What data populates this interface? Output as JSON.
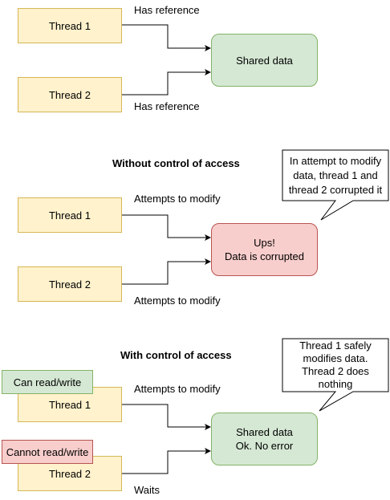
{
  "section1": {
    "thread1": "Thread 1",
    "thread2": "Thread 2",
    "label_top": "Has reference",
    "label_bottom": "Has reference",
    "shared": "Shared data"
  },
  "section2": {
    "heading": "Without control of access",
    "thread1": "Thread 1",
    "thread2": "Thread 2",
    "label_top": "Attempts to modify",
    "label_bottom": "Attempts to modify",
    "shared_line1": "Ups!",
    "shared_line2": "Data is corrupted",
    "callout": [
      "In attempt to modify",
      "data, thread 1 and",
      "thread 2 corrupted it"
    ]
  },
  "section3": {
    "heading": "With control of access",
    "thread1": "Thread 1",
    "thread2": "Thread 2",
    "tag1": "Can read/write",
    "tag2": "Cannot read/write",
    "label_top": "Attempts to modify",
    "label_bottom": "Waits",
    "shared_line1": "Shared data",
    "shared_line2": "Ok. No error",
    "callout": [
      "Thread 1 safely",
      "modifies data.",
      "Thread 2 does",
      "nothing"
    ]
  },
  "colors": {
    "thread_fill": "#fff2cc",
    "thread_stroke": "#d6b656",
    "ok_fill": "#d5e8d4",
    "ok_stroke": "#82b366",
    "error_fill": "#f8cecc",
    "error_stroke": "#b85450"
  }
}
